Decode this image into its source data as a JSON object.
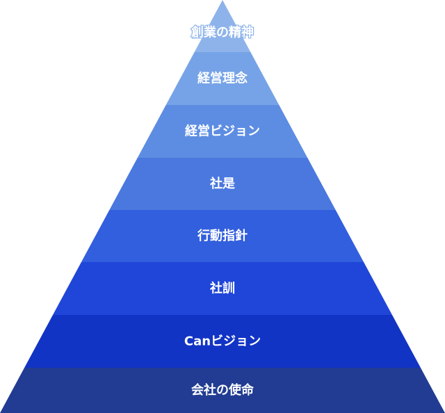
{
  "pyramid": {
    "tiers": [
      {
        "label": "創業の精神",
        "color": "#8db3ea"
      },
      {
        "label": "経営理念",
        "color": "#76a3e7"
      },
      {
        "label": "経営ビジョン",
        "color": "#5d8de2"
      },
      {
        "label": "社是",
        "color": "#4a78df"
      },
      {
        "label": "行動指針",
        "color": "#325fdd"
      },
      {
        "label": "社訓",
        "color": "#1f46d8"
      },
      {
        "label": "Canビジョン",
        "color": "#1234c4"
      },
      {
        "label": "会社の使命",
        "color": "#213c92"
      }
    ]
  }
}
